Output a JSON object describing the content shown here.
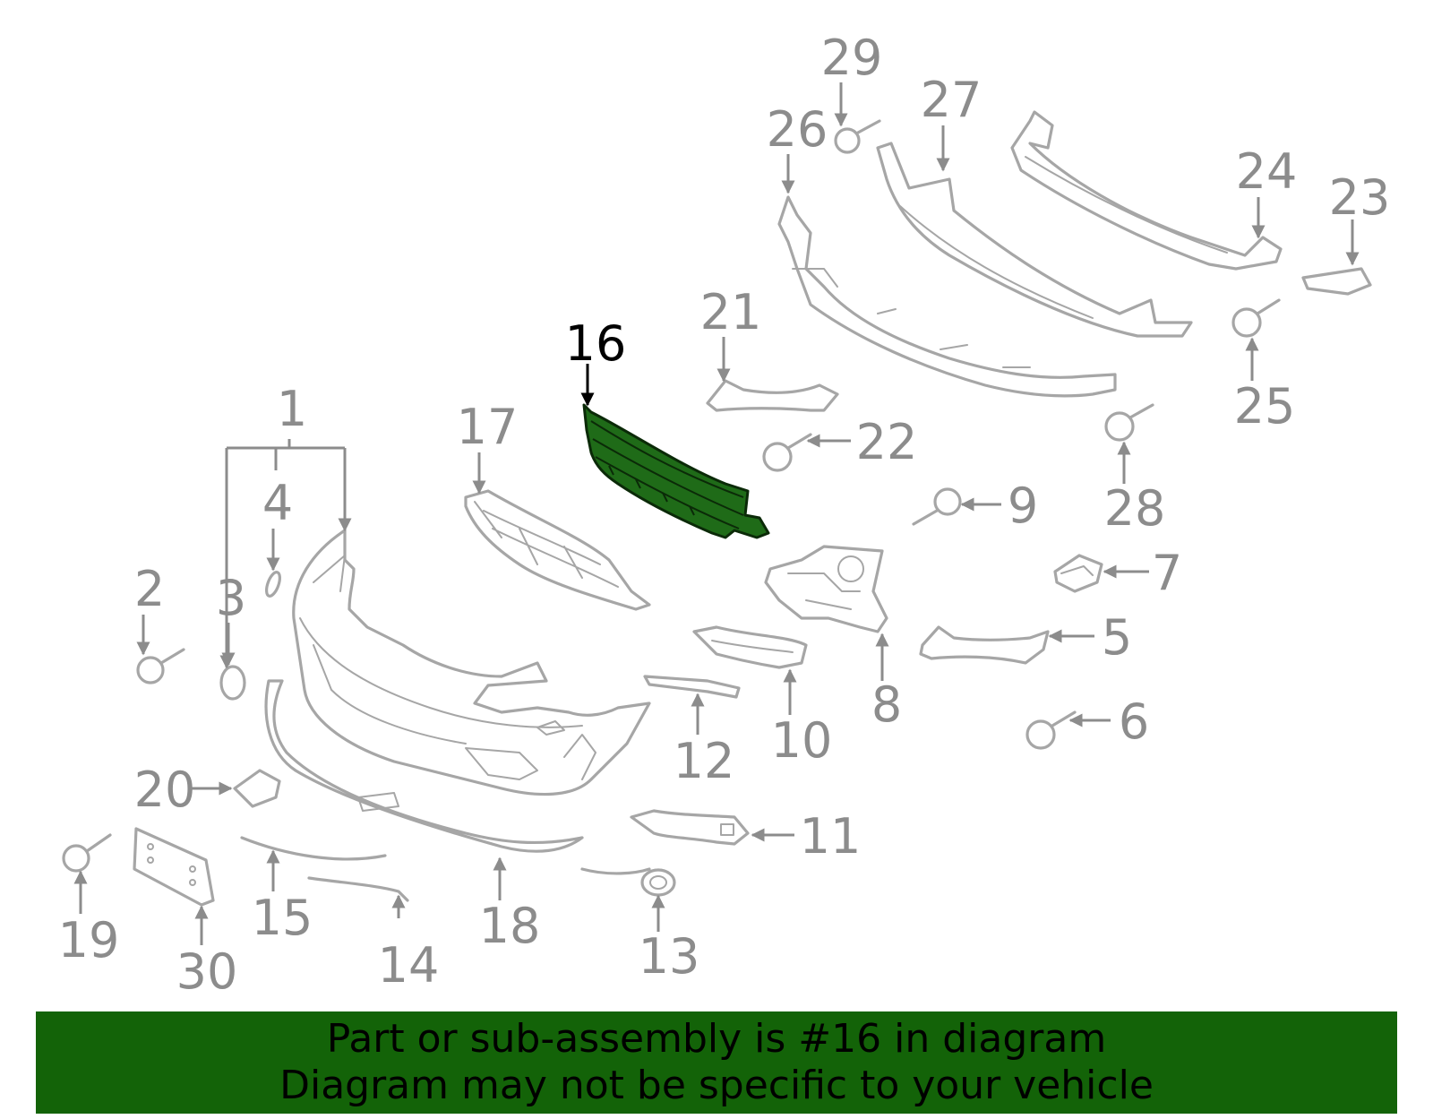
{
  "diagram": {
    "highlighted_part": "16",
    "highlight_color": "#1f6b18",
    "part_labels": [
      "1",
      "2",
      "3",
      "4",
      "5",
      "6",
      "7",
      "8",
      "9",
      "10",
      "11",
      "12",
      "13",
      "14",
      "15",
      "16",
      "17",
      "18",
      "19",
      "20",
      "21",
      "22",
      "23",
      "24",
      "25",
      "26",
      "27",
      "28",
      "29",
      "30"
    ]
  },
  "banner": {
    "line1": "Part or sub-assembly is #16 in diagram",
    "line2": "Diagram may not be specific to your vehicle",
    "background": "#136308"
  }
}
